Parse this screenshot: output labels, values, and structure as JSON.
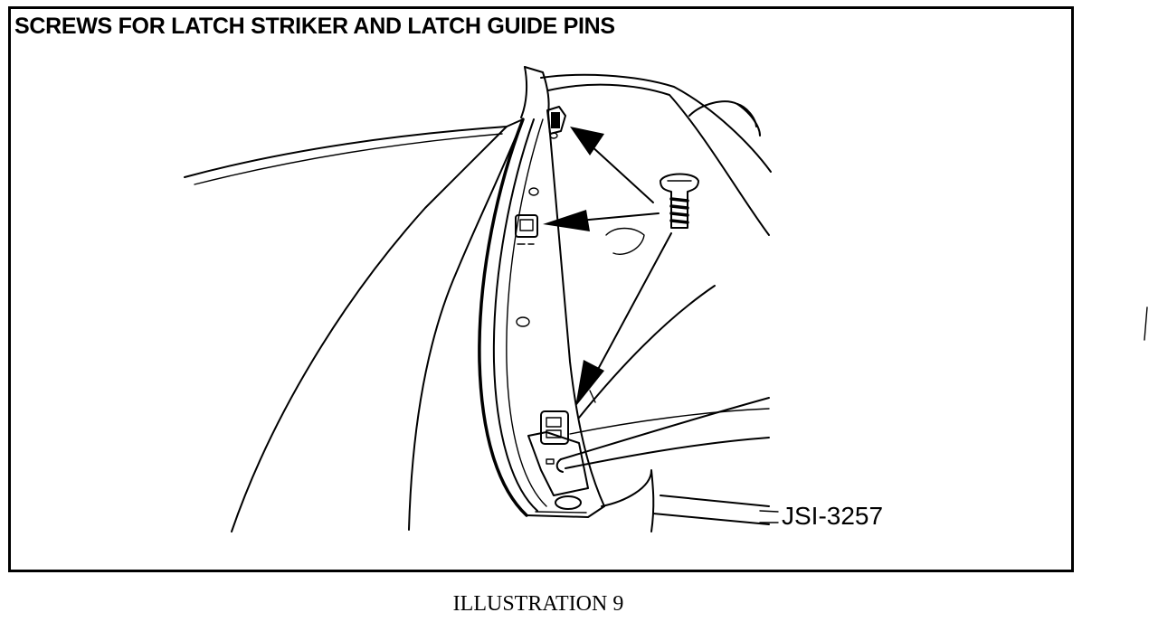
{
  "figure": {
    "title": "SCREWS FOR LATCH STRIKER AND LATCH GUIDE PINS",
    "reference_code": "JSI-3257",
    "caption": "ILLUSTRATION 9"
  }
}
